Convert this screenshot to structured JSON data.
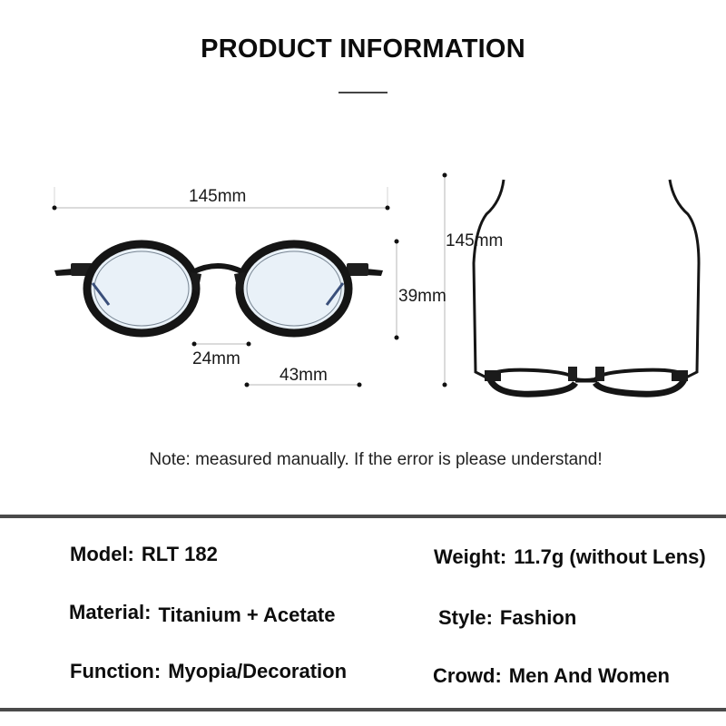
{
  "header": {
    "title": "PRODUCT INFORMATION"
  },
  "dimensions": {
    "total_width": "145mm",
    "temple_length": "145mm",
    "lens_height": "39mm",
    "bridge_width": "24mm",
    "lens_width": "43mm"
  },
  "note": "Note: measured manually. If the error is please understand!",
  "specs": {
    "model": {
      "label": "Model:",
      "value": "RLT 182"
    },
    "weight": {
      "label": "Weight:",
      "value": "11.7g (without Lens)"
    },
    "material": {
      "label": "Material:",
      "value": "Titanium + Acetate"
    },
    "style": {
      "label": "Style:",
      "value": "Fashion"
    },
    "function": {
      "label": "Function:",
      "value": "Myopia/Decoration"
    },
    "crowd": {
      "label": "Crowd:",
      "value": "Men And Women"
    }
  },
  "colors": {
    "frame": "#151515",
    "lens_tint": "#e9f1f8",
    "dimension_line": "#cfcfcf",
    "rule": "#4a4a4a"
  }
}
